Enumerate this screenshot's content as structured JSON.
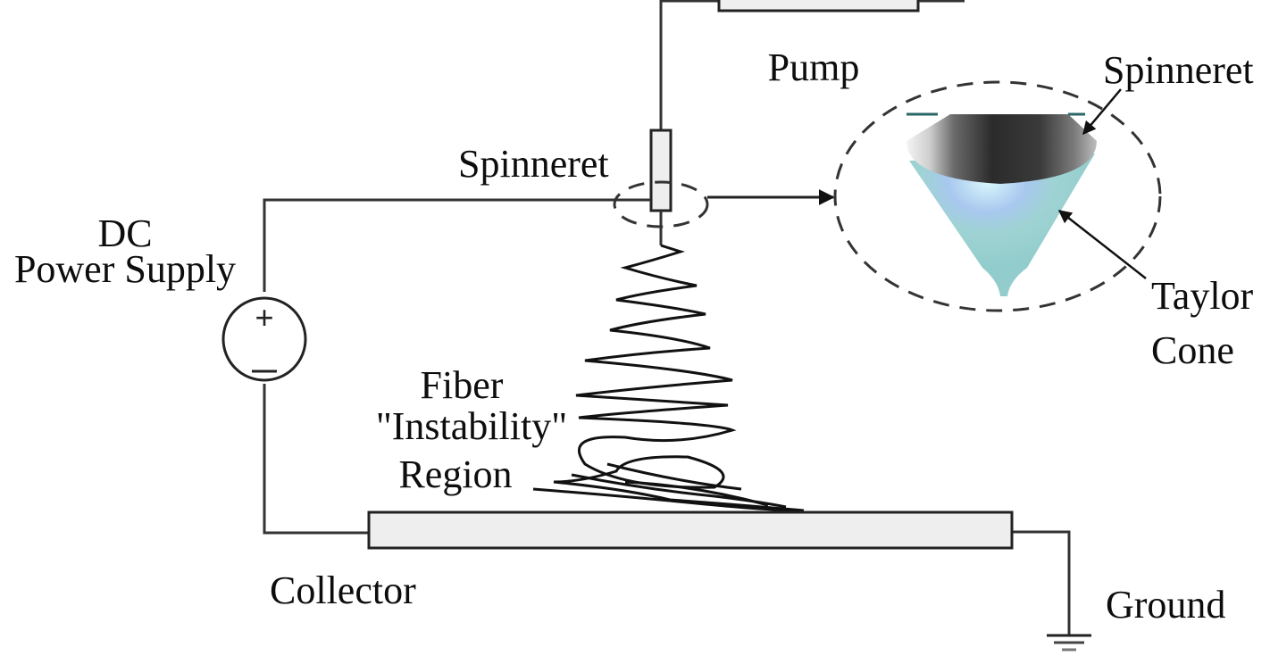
{
  "title": "Electrospinning setup schematic",
  "labels": {
    "pump": "Pump",
    "spinneret_main": "Spinneret",
    "spinneret_inset": "Spinneret",
    "dc_line1": "DC",
    "dc_line2": "Power Supply",
    "fiber_line1": "Fiber",
    "fiber_line2": "\"Instability\"",
    "fiber_line3": "Region",
    "taylor_line1": "Taylor",
    "taylor_line2": "Cone",
    "collector": "Collector",
    "ground": "Ground"
  },
  "symbols": {
    "plus": "+",
    "minus": "−"
  },
  "colors": {
    "liquid": "#9fd3d3",
    "liquid_highlight": "#a8c8ef",
    "metal_dark": "#2a2a2a",
    "box_fill": "#eeeeee",
    "line": "#333333"
  }
}
